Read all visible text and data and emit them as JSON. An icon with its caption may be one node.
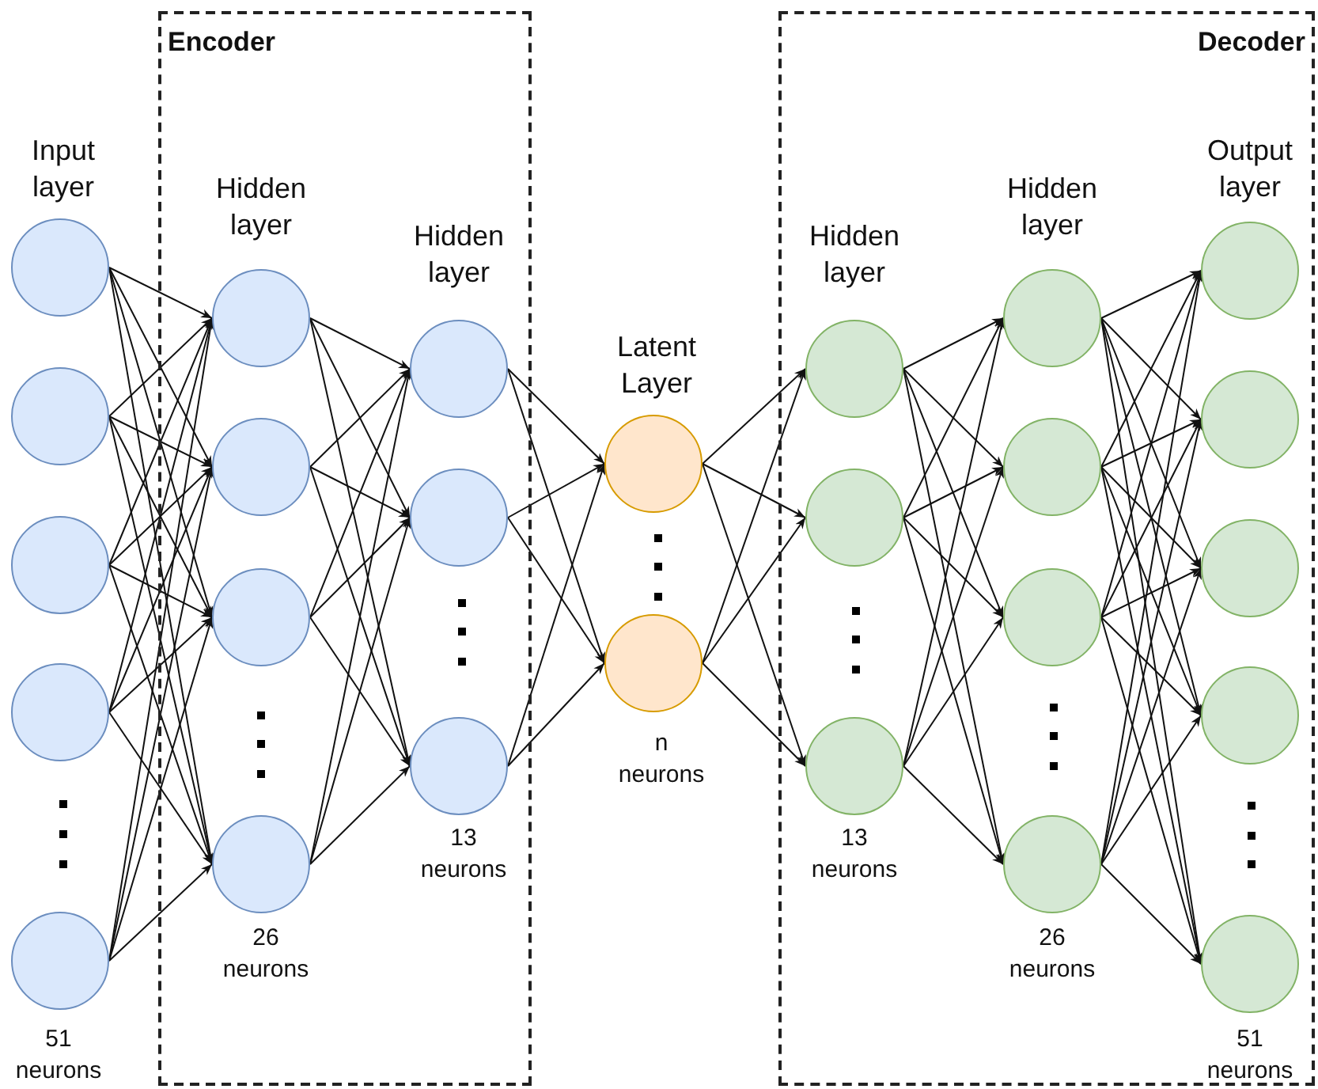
{
  "diagram": {
    "nodes": [
      {
        "text": [
          "Encoder"
        ]
      },
      {
        "text": [],
        "shape": "circle"
      },
      {
        "text": [],
        "shape": "circle"
      },
      {
        "text": [],
        "shape": "circle"
      },
      {
        "text": [],
        "shape": "circle"
      },
      {
        "text": [],
        "shape": "circle"
      },
      {
        "text": [],
        "shape": "circle",
        "in": 0
      },
      {
        "text": [],
        "shape": "circle",
        "in": 0
      },
      {
        "text": [],
        "shape": "circle",
        "in": 0
      },
      {
        "text": [],
        "shape": "circle",
        "in": 0
      },
      {
        "text": [],
        "shape": "circle",
        "in": 0
      },
      {
        "text": [],
        "shape": "circle",
        "in": 0
      },
      {
        "text": [],
        "shape": "circle",
        "in": 0
      },
      {
        "text": [],
        "shape": "circle"
      },
      {
        "text": [],
        "shape": "circle"
      },
      {
        "text": [
          "Decoder"
        ]
      },
      {
        "text": [],
        "shape": "circle",
        "in": 15
      },
      {
        "text": [],
        "shape": "circle",
        "in": 15
      },
      {
        "text": [],
        "shape": "circle",
        "in": 15
      },
      {
        "text": [],
        "shape": "circle",
        "in": 15
      },
      {
        "text": [],
        "shape": "circle",
        "in": 15
      },
      {
        "text": [],
        "shape": "circle",
        "in": 15
      },
      {
        "text": [],
        "shape": "circle",
        "in": 15
      },
      {
        "text": [],
        "shape": "circle",
        "in": 15
      },
      {
        "text": [],
        "shape": "circle",
        "in": 15
      },
      {
        "text": [],
        "shape": "circle",
        "in": 15
      },
      {
        "text": [],
        "shape": "circle",
        "in": 15
      },
      {
        "text": [],
        "shape": "circle",
        "in": 15
      }
    ],
    "edges": [
      {
        "from": 1,
        "to": 6,
        "arrow": "to"
      },
      {
        "from": 1,
        "to": 7,
        "arrow": "to"
      },
      {
        "from": 1,
        "to": 8,
        "arrow": "to"
      },
      {
        "from": 1,
        "to": 9,
        "arrow": "to"
      },
      {
        "from": 2,
        "to": 6,
        "arrow": "to"
      },
      {
        "from": 2,
        "to": 7,
        "arrow": "to"
      },
      {
        "from": 2,
        "to": 8,
        "arrow": "to"
      },
      {
        "from": 2,
        "to": 9,
        "arrow": "to"
      },
      {
        "from": 3,
        "to": 6,
        "arrow": "to"
      },
      {
        "from": 3,
        "to": 7,
        "arrow": "to"
      },
      {
        "from": 3,
        "to": 8,
        "arrow": "to"
      },
      {
        "from": 3,
        "to": 9,
        "arrow": "to"
      },
      {
        "from": 4,
        "to": 6,
        "arrow": "to"
      },
      {
        "from": 4,
        "to": 7,
        "arrow": "to"
      },
      {
        "from": 4,
        "to": 8,
        "arrow": "to"
      },
      {
        "from": 4,
        "to": 9,
        "arrow": "to"
      },
      {
        "from": 5,
        "to": 6,
        "arrow": "to"
      },
      {
        "from": 5,
        "to": 7,
        "arrow": "to"
      },
      {
        "from": 5,
        "to": 8,
        "arrow": "to"
      },
      {
        "from": 5,
        "to": 9,
        "arrow": "to"
      },
      {
        "from": 6,
        "to": 10,
        "arrow": "to"
      },
      {
        "from": 6,
        "to": 11,
        "arrow": "to"
      },
      {
        "from": 6,
        "to": 12,
        "arrow": "to"
      },
      {
        "from": 7,
        "to": 10,
        "arrow": "to"
      },
      {
        "from": 7,
        "to": 11,
        "arrow": "to"
      },
      {
        "from": 7,
        "to": 12,
        "arrow": "to"
      },
      {
        "from": 8,
        "to": 10,
        "arrow": "to"
      },
      {
        "from": 8,
        "to": 11,
        "arrow": "to"
      },
      {
        "from": 8,
        "to": 12,
        "arrow": "to"
      },
      {
        "from": 9,
        "to": 10,
        "arrow": "to"
      },
      {
        "from": 9,
        "to": 11,
        "arrow": "to"
      },
      {
        "from": 9,
        "to": 12,
        "arrow": "to"
      },
      {
        "from": 10,
        "to": 13,
        "arrow": "to"
      },
      {
        "from": 10,
        "to": 14,
        "arrow": "to"
      },
      {
        "from": 11,
        "to": 13,
        "arrow": "to"
      },
      {
        "from": 11,
        "to": 14,
        "arrow": "to"
      },
      {
        "from": 12,
        "to": 13,
        "arrow": "to"
      },
      {
        "from": 12,
        "to": 14,
        "arrow": "to"
      },
      {
        "from": 13,
        "to": 16,
        "arrow": "to"
      },
      {
        "from": 13,
        "to": 17,
        "arrow": "to"
      },
      {
        "from": 13,
        "to": 18,
        "arrow": "to"
      },
      {
        "from": 14,
        "to": 16,
        "arrow": "to"
      },
      {
        "from": 14,
        "to": 17,
        "arrow": "to"
      },
      {
        "from": 14,
        "to": 18,
        "arrow": "to"
      },
      {
        "from": 16,
        "to": 19,
        "arrow": "to"
      },
      {
        "from": 16,
        "to": 20,
        "arrow": "to"
      },
      {
        "from": 16,
        "to": 21,
        "arrow": "to"
      },
      {
        "from": 16,
        "to": 22,
        "arrow": "to"
      },
      {
        "from": 17,
        "to": 19,
        "arrow": "to"
      },
      {
        "from": 17,
        "to": 20,
        "arrow": "to"
      },
      {
        "from": 17,
        "to": 21,
        "arrow": "to"
      },
      {
        "from": 17,
        "to": 22,
        "arrow": "to"
      },
      {
        "from": 18,
        "to": 19,
        "arrow": "to"
      },
      {
        "from": 18,
        "to": 20,
        "arrow": "to"
      },
      {
        "from": 18,
        "to": 21,
        "arrow": "to"
      },
      {
        "from": 18,
        "to": 22,
        "arrow": "to"
      },
      {
        "from": 19,
        "to": 23,
        "arrow": "to"
      },
      {
        "from": 19,
        "to": 24,
        "arrow": "to"
      },
      {
        "from": 19,
        "to": 25,
        "arrow": "to"
      },
      {
        "from": 19,
        "to": 26,
        "arrow": "to"
      },
      {
        "from": 19,
        "to": 27,
        "arrow": "to"
      },
      {
        "from": 20,
        "to": 23,
        "arrow": "to"
      },
      {
        "from": 20,
        "to": 24,
        "arrow": "to"
      },
      {
        "from": 20,
        "to": 25,
        "arrow": "to"
      },
      {
        "from": 20,
        "to": 26,
        "arrow": "to"
      },
      {
        "from": 20,
        "to": 27,
        "arrow": "to"
      },
      {
        "from": 21,
        "to": 23,
        "arrow": "to"
      },
      {
        "from": 21,
        "to": 24,
        "arrow": "to"
      },
      {
        "from": 21,
        "to": 25,
        "arrow": "to"
      },
      {
        "from": 21,
        "to": 26,
        "arrow": "to"
      },
      {
        "from": 21,
        "to": 27,
        "arrow": "to"
      },
      {
        "from": 22,
        "to": 23,
        "arrow": "to"
      },
      {
        "from": 22,
        "to": 24,
        "arrow": "to"
      },
      {
        "from": 22,
        "to": 25,
        "arrow": "to"
      },
      {
        "from": 22,
        "to": 26,
        "arrow": "to"
      },
      {
        "from": 22,
        "to": 27,
        "arrow": "to"
      }
    ],
    "labels": [
      "Input layer",
      "Hidden layer",
      "Hidden layer",
      "Latent Layer",
      "Hidden layer",
      "Hidden layer",
      "Output layer",
      "n neurons",
      "13 neurons",
      "13 neurons",
      "26 neurons",
      "26 neurons",
      "51 neurons",
      "51 neurons"
    ]
  }
}
